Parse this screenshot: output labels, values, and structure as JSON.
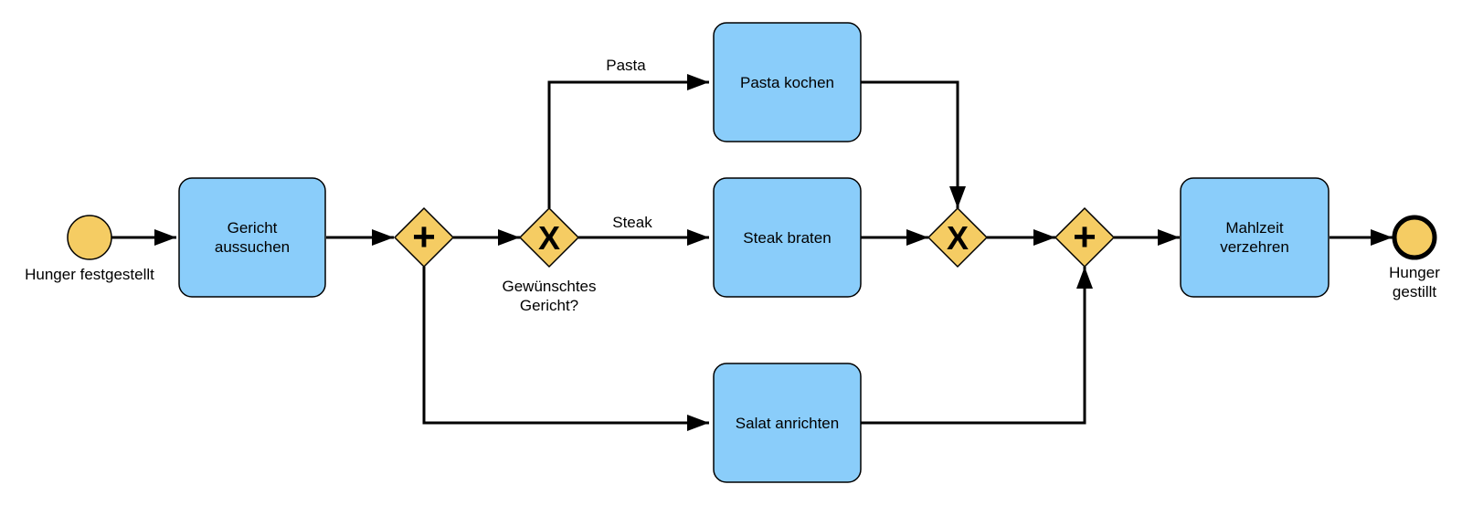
{
  "colors": {
    "task_fill": "#8acdfa",
    "event_fill": "#f5cc63",
    "gateway_fill": "#f5cc63",
    "stroke": "#000000"
  },
  "events": {
    "start_label": "Hunger festgestellt",
    "end_label": "Hunger\ngestillt"
  },
  "tasks": {
    "gericht_aussuchen": "Gericht\naussuchen",
    "pasta_kochen": "Pasta kochen",
    "steak_braten": "Steak braten",
    "salat_anrichten": "Salat anrichten",
    "mahlzeit_verzehren": "Mahlzeit\nverzehren"
  },
  "gateways": {
    "parallel_split_symbol": "+",
    "exclusive_split_symbol": "X",
    "exclusive_split_label": "Gewünschtes\nGericht?",
    "exclusive_join_symbol": "X",
    "parallel_join_symbol": "+"
  },
  "flows": {
    "pasta_label": "Pasta",
    "steak_label": "Steak"
  }
}
